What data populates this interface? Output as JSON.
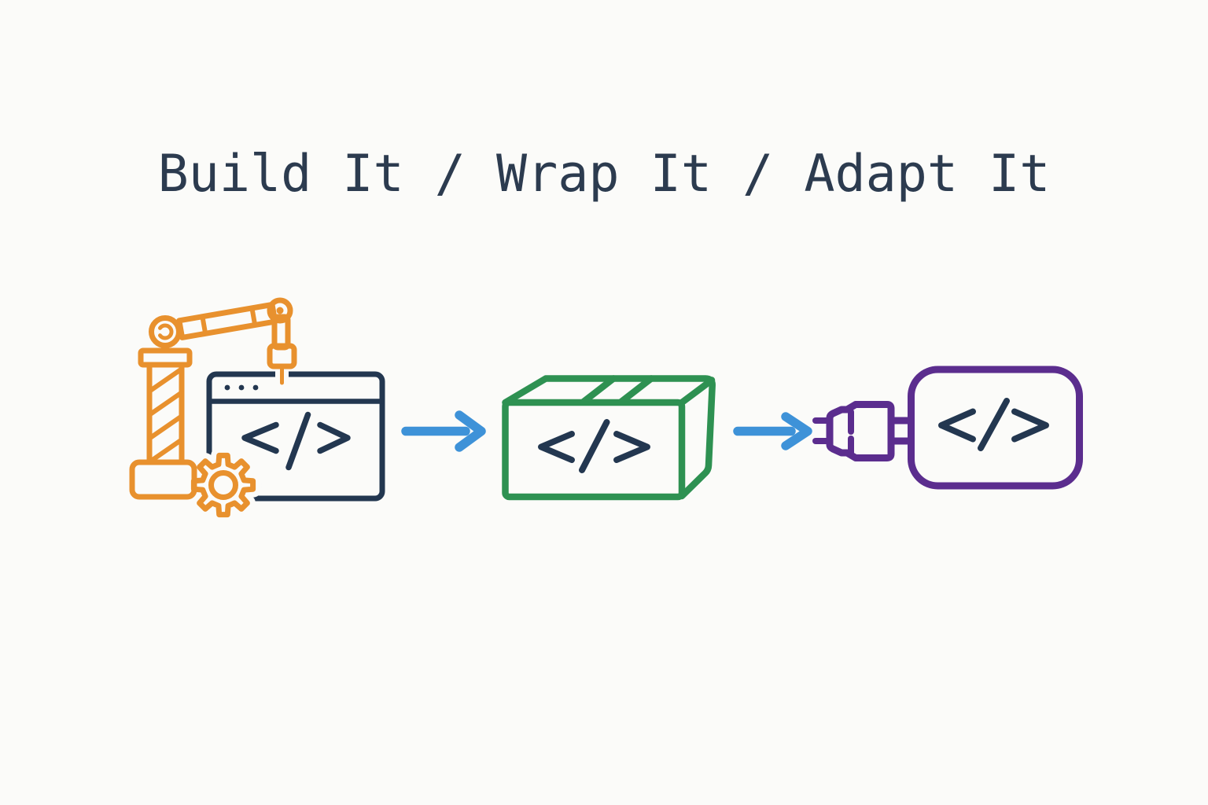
{
  "title": "Build It / Wrap It / Adapt It",
  "colors": {
    "background": "#FBFBF9",
    "title_text": "#2C3B4F",
    "navy": "#233750",
    "orange": "#E8912E",
    "green": "#2E9152",
    "purple": "#5B2D8E",
    "blue": "#3E92D8"
  },
  "diagram": {
    "steps": [
      {
        "label": "Build It",
        "icon": "crane-code-window-icon",
        "code_text": "</>"
      },
      {
        "label": "Wrap It",
        "icon": "package-box-icon",
        "code_text": "</>"
      },
      {
        "label": "Adapt It",
        "icon": "plug-adapter-icon",
        "code_text": "</>"
      }
    ],
    "connectors": [
      {
        "icon": "arrow-right-icon"
      },
      {
        "icon": "arrow-right-icon"
      }
    ]
  }
}
